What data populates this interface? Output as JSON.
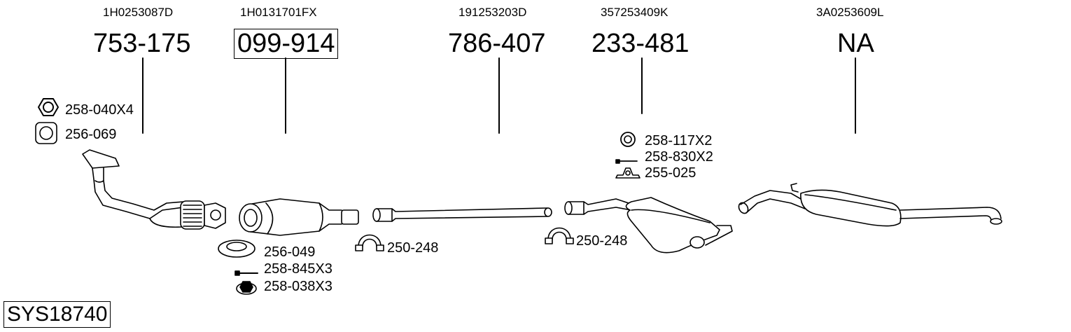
{
  "system_code": "SYS18740",
  "parts": [
    {
      "oem": "1H0253087D",
      "part_number": "753-175"
    },
    {
      "oem": "1H0131701FX",
      "part_number": "099-914"
    },
    {
      "oem": "191253203D",
      "part_number": "786-407"
    },
    {
      "oem": "357253409K",
      "part_number": "233-481"
    },
    {
      "oem": "3A0253609L",
      "part_number": "NA"
    }
  ],
  "accessories": {
    "a1": "258-040X4",
    "a2": "256-069",
    "a3": "256-049",
    "a4": "258-845X3",
    "a5": "258-038X3",
    "a6": "250-248",
    "a7": "250-248",
    "a8": "258-117X2",
    "a9": "258-830X2",
    "a10": "255-025"
  }
}
